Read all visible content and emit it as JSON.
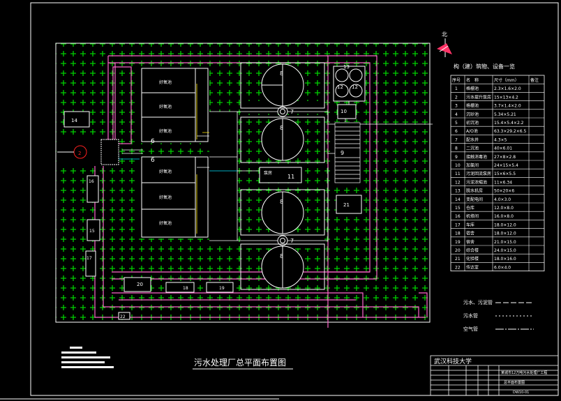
{
  "drawing_title": "污水处理厂总平面布置图",
  "north_label": "北",
  "table": {
    "title": "构（建）筑物、设备一览",
    "headers": [
      "序号",
      "名　称",
      "尺寸（mm）",
      "备注"
    ],
    "rows": [
      {
        "no": "1",
        "name": "格栅池",
        "size": "2.3×1.6×2.0"
      },
      {
        "no": "2",
        "name": "污水提升泵房",
        "size": "15×13×4.2"
      },
      {
        "no": "3",
        "name": "格栅池",
        "size": "3.7×1.4×2.0"
      },
      {
        "no": "4",
        "name": "沉砂池",
        "size": "5.34×5.21"
      },
      {
        "no": "5",
        "name": "初沉池",
        "size": "15.4×5.4×2.2"
      },
      {
        "no": "6",
        "name": "A/O池",
        "size": "63.3×29.2×6.5"
      },
      {
        "no": "7",
        "name": "配水井",
        "size": "4.3×5"
      },
      {
        "no": "8",
        "name": "二沉池",
        "size": "40×6.01"
      },
      {
        "no": "9",
        "name": "接触消毒池",
        "size": "27×8×2.8"
      },
      {
        "no": "10",
        "name": "加氯间",
        "size": "24×15×5.4"
      },
      {
        "no": "11",
        "name": "污泥回流泵房",
        "size": "15×6×5.5"
      },
      {
        "no": "12",
        "name": "污泥浓缩池",
        "size": "11×6.34"
      },
      {
        "no": "13",
        "name": "脱水机房",
        "size": "50×20×6"
      },
      {
        "no": "14",
        "name": "变配电间",
        "size": "4.0×3.0"
      },
      {
        "no": "15",
        "name": "仓库",
        "size": "12.0×8.0"
      },
      {
        "no": "16",
        "name": "机修间",
        "size": "16.0×8.0"
      },
      {
        "no": "17",
        "name": "车库",
        "size": "18.0×12.0"
      },
      {
        "no": "18",
        "name": "宿舍",
        "size": "18.0×12.0"
      },
      {
        "no": "19",
        "name": "宿舍",
        "size": "21.0×15.0"
      },
      {
        "no": "20",
        "name": "综合楼",
        "size": "24.0×15.0"
      },
      {
        "no": "21",
        "name": "化验楼",
        "size": "18.0×16.0"
      },
      {
        "no": "22",
        "name": "传达室",
        "size": "6.0×4.0"
      }
    ]
  },
  "legend": [
    {
      "label": "污水、污泥管",
      "color": "#ffffff",
      "dash": "8 3"
    },
    {
      "label": "污水管",
      "color": "#ffffff",
      "dash": "2 3"
    },
    {
      "label": "空气管",
      "color": "#ffffff",
      "dash": "12 2 2 2"
    }
  ],
  "title_block": {
    "school": "武汉科技大学",
    "project": "某城市12万吨污水处理厂工程",
    "drawing_name": "总平面布置图",
    "drawing_no": "DW10-01"
  },
  "buildings": {
    "ao_tank_label": "6",
    "ao_sub_label": "好氧池",
    "clarifier_label": "8",
    "well_label": "7",
    "pump_house_label": "11",
    "pump_house_name": "泵房",
    "disinfection_label": "9",
    "chlorine_label": "10",
    "thickener_label": "12",
    "dewatering_label": "13",
    "substation_label": "14",
    "warehouse_label": "15",
    "repair_label": "16",
    "garage_label": "17",
    "dorm1_label": "18",
    "dorm2_label": "19",
    "office_label": "20",
    "lab_label": "21",
    "gate_label": "22",
    "grit_label": "2"
  },
  "colors": {
    "grass": "#00d000",
    "building": "#ffffff",
    "road": "#ff66cc",
    "line_cyan": "#00e5ff",
    "line_yellow": "#ffe600"
  }
}
